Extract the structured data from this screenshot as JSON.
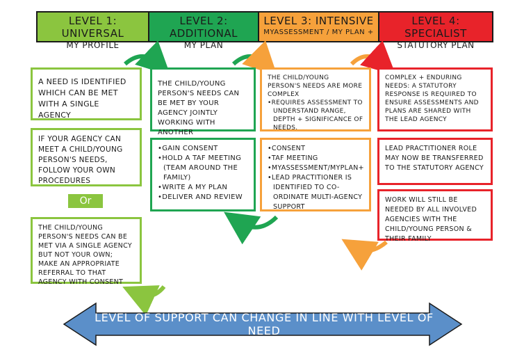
{
  "headers": [
    {
      "line1": "Level 1: Universal",
      "line2": "My Profile",
      "color": "#8bc53f"
    },
    {
      "line1": "Level 2: Additional",
      "line2": "My Plan",
      "color": "#1fa552"
    },
    {
      "line1": "Level 3: Intensive",
      "line2": "MyAssessment / My Plan +",
      "color": "#f6a13b"
    },
    {
      "line1": "Level 4: Specialist",
      "line2": "Statutory Plan",
      "color": "#e8232a"
    }
  ],
  "level1": {
    "box1": "A need is identified which can be met with a single agency",
    "box2": "If your agency can meet a child/young person's needs, follow your own procedures",
    "or_label": "Or",
    "box3": "The child/young person's needs can be met via a single agency but not your own; make an appropriate referral to that agency with consent"
  },
  "level2": {
    "box1": "The child/young person's needs can be met by your agency jointly working with another",
    "items": [
      "Gain consent",
      "Hold a TAF meeting (team around the family)",
      "Write a My Plan",
      "Deliver and review"
    ]
  },
  "level3": {
    "box1_title": "The child/young person's needs are more complex",
    "box1_items": [
      "Requires assessment to understand range, depth + significance of needs."
    ],
    "items": [
      "Consent",
      "TAF meeting",
      "MyAssessment/MyPlan+",
      "Lead practitioner is identified to co-ordinate multi-agency support"
    ]
  },
  "level4": {
    "box1": "Complex + enduring needs: a statutory response is required to ensure assessments and plans are shared with the lead agency",
    "box2": "Lead practitioner role may now be transferred to the statutory agency",
    "box3": "Work will still be needed by all involved agencies with the child/young person & their family"
  },
  "banner": "Level of support can change in line with level of need",
  "colors": {
    "level1": "#8bc53f",
    "level2": "#1fa552",
    "level3": "#f6a13b",
    "level4": "#e8232a",
    "banner": "#5b8fc9"
  }
}
